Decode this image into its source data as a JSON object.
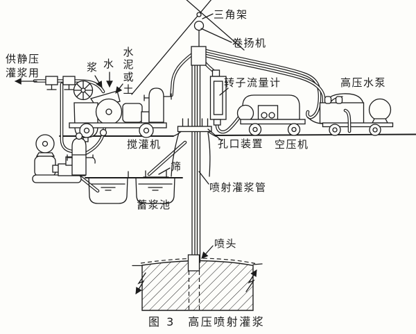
{
  "figure": {
    "caption": "图 3　高压喷射灌浆",
    "ink_color": "#1c1c1c",
    "paper_color": "#fdfdfa"
  },
  "labels": {
    "tripod": "三角架",
    "winch": "卷扬机",
    "static_grouting_use": "供静压灌浆用",
    "slurry": "浆",
    "water": "水",
    "cement_or_soil": "水泥或土",
    "mixer": "搅灌机",
    "orifice_device": "孔口装置",
    "rotor_flowmeter": "转子流量计",
    "air_compressor": "空压机",
    "high_pressure_water_pump": "高压水泵",
    "sieve": "筛",
    "slurry_storage_pool": "蓄浆池",
    "jet_grouting_pipe": "喷射灌浆管",
    "nozzle": "喷头"
  }
}
